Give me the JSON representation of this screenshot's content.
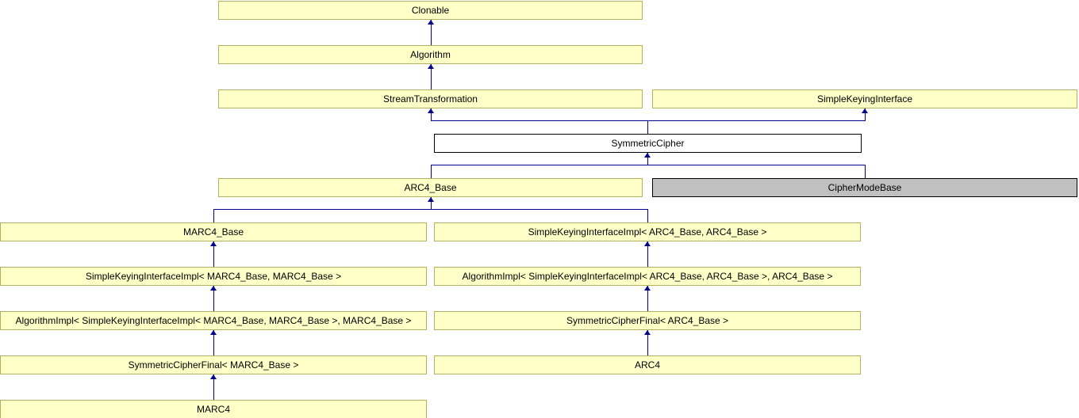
{
  "diagram": {
    "type": "class-inheritance-diagram",
    "colors": {
      "edge": "#00008b",
      "node_fill": "#ffffc8",
      "node_border": "#b1b15f",
      "current_node_fill": "#ffffff",
      "current_node_border": "#000000",
      "undocumented_node_fill": "#c0c0c0",
      "undocumented_node_border": "#000000",
      "text": "#000000",
      "background": "#ffffff"
    },
    "nodes": [
      {
        "id": "clonable",
        "label": "Clonable",
        "style": "documented"
      },
      {
        "id": "algorithm",
        "label": "Algorithm",
        "style": "documented"
      },
      {
        "id": "stream-transformation",
        "label": "StreamTransformation",
        "style": "documented"
      },
      {
        "id": "simple-keying-interface",
        "label": "SimpleKeyingInterface",
        "style": "documented"
      },
      {
        "id": "symmetric-cipher",
        "label": "SymmetricCipher",
        "style": "current"
      },
      {
        "id": "arc4-base",
        "label": "ARC4_Base",
        "style": "documented"
      },
      {
        "id": "cipher-mode-base",
        "label": "CipherModeBase",
        "style": "undocumented"
      },
      {
        "id": "marc4-base",
        "label": "MARC4_Base",
        "style": "documented"
      },
      {
        "id": "skii-arc4",
        "label": "SimpleKeyingInterfaceImpl< ARC4_Base, ARC4_Base >",
        "style": "documented"
      },
      {
        "id": "skii-marc4",
        "label": "SimpleKeyingInterfaceImpl< MARC4_Base, MARC4_Base >",
        "style": "documented"
      },
      {
        "id": "algimpl-arc4",
        "label": "AlgorithmImpl< SimpleKeyingInterfaceImpl< ARC4_Base, ARC4_Base >, ARC4_Base >",
        "style": "documented"
      },
      {
        "id": "algimpl-marc4",
        "label": "AlgorithmImpl< SimpleKeyingInterfaceImpl< MARC4_Base, MARC4_Base >, MARC4_Base >",
        "style": "documented"
      },
      {
        "id": "scf-arc4",
        "label": "SymmetricCipherFinal< ARC4_Base >",
        "style": "documented"
      },
      {
        "id": "scf-marc4",
        "label": "SymmetricCipherFinal< MARC4_Base >",
        "style": "documented"
      },
      {
        "id": "arc4",
        "label": "ARC4",
        "style": "documented"
      },
      {
        "id": "marc4",
        "label": "MARC4",
        "style": "documented"
      }
    ],
    "inheritance": [
      {
        "derived": "algorithm",
        "base": "clonable"
      },
      {
        "derived": "stream-transformation",
        "base": "algorithm"
      },
      {
        "derived": "symmetric-cipher",
        "base": "stream-transformation"
      },
      {
        "derived": "symmetric-cipher",
        "base": "simple-keying-interface"
      },
      {
        "derived": "arc4-base",
        "base": "symmetric-cipher"
      },
      {
        "derived": "cipher-mode-base",
        "base": "symmetric-cipher"
      },
      {
        "derived": "marc4-base",
        "base": "arc4-base"
      },
      {
        "derived": "skii-arc4",
        "base": "arc4-base"
      },
      {
        "derived": "skii-marc4",
        "base": "marc4-base"
      },
      {
        "derived": "algimpl-arc4",
        "base": "skii-arc4"
      },
      {
        "derived": "algimpl-marc4",
        "base": "skii-marc4"
      },
      {
        "derived": "scf-arc4",
        "base": "algimpl-arc4"
      },
      {
        "derived": "scf-marc4",
        "base": "algimpl-marc4"
      },
      {
        "derived": "arc4",
        "base": "scf-arc4"
      },
      {
        "derived": "marc4",
        "base": "scf-marc4"
      }
    ]
  }
}
